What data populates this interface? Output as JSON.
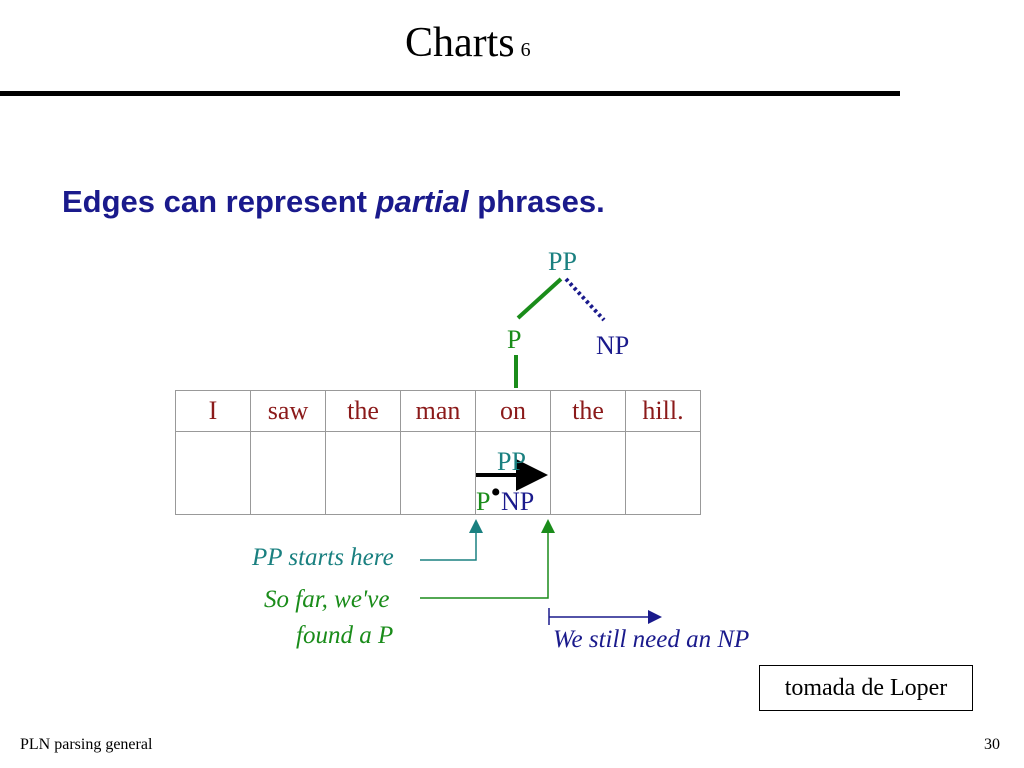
{
  "slide": {
    "title": "Charts",
    "title_number": "6",
    "heading_prefix": "Edges can represent ",
    "heading_emphasis": "partial",
    "heading_suffix": " phrases."
  },
  "tree": {
    "root": "PP",
    "left_child": "P",
    "right_child": "NP"
  },
  "chart": {
    "words": [
      "I",
      "saw",
      "the",
      "man",
      "on",
      "the",
      "hill."
    ],
    "edge_label": "PP",
    "edge_found": "P",
    "edge_dot": "•",
    "edge_needed": "NP"
  },
  "annotations": {
    "starts_here": "PP starts here",
    "so_far_line1": "So far, we've",
    "so_far_line2": "found a P",
    "still_need": "We still need an NP"
  },
  "credit": "tomada de Loper",
  "footer": {
    "left": "PLN  parsing general",
    "page": "30"
  },
  "colors": {
    "heading": "#1a1a8c",
    "words": "#8b1a1a",
    "teal": "#1a8080",
    "green": "#1a8c1a",
    "blue": "#1a1a8c"
  }
}
